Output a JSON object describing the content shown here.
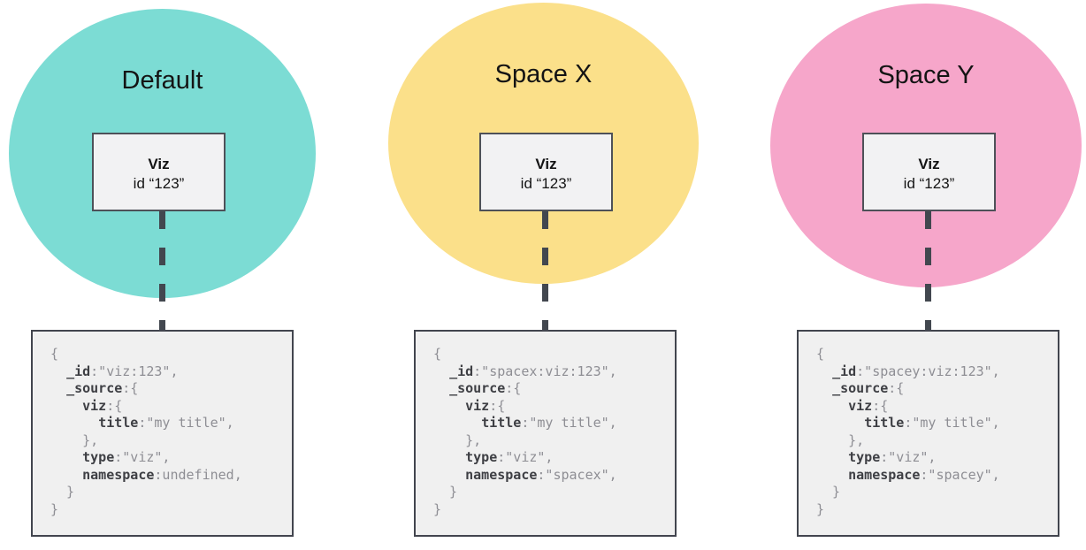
{
  "diagram": {
    "colors": {
      "default_circle": "#7cdcd4",
      "space_x_circle": "#fbe08a",
      "space_y_circle": "#f6a6ca",
      "node_border": "#4e5158",
      "code_border": "#42454e",
      "connector": "#42474f",
      "code_key_text": "#3e3f44",
      "code_value_text": "#8e8e94"
    },
    "columns": [
      {
        "space_label": "Default",
        "circle_color": "#7cdcd4",
        "viz": {
          "name": "Viz",
          "id": "id “123”"
        },
        "code_lines": [
          [
            {
              "t": "{",
              "c": "v"
            }
          ],
          [
            {
              "t": "  ",
              "c": "v"
            },
            {
              "t": "_id",
              "c": "k"
            },
            {
              "t": ":\"viz:123\",",
              "c": "v"
            }
          ],
          [
            {
              "t": "  ",
              "c": "v"
            },
            {
              "t": "_source",
              "c": "k"
            },
            {
              "t": ":{",
              "c": "v"
            }
          ],
          [
            {
              "t": "    ",
              "c": "v"
            },
            {
              "t": "viz",
              "c": "k"
            },
            {
              "t": ":{",
              "c": "v"
            }
          ],
          [
            {
              "t": "      ",
              "c": "v"
            },
            {
              "t": "title",
              "c": "k"
            },
            {
              "t": ":\"my title\",",
              "c": "v"
            }
          ],
          [
            {
              "t": "    },",
              "c": "v"
            }
          ],
          [
            {
              "t": "    ",
              "c": "v"
            },
            {
              "t": "type",
              "c": "k"
            },
            {
              "t": ":\"viz\",",
              "c": "v"
            }
          ],
          [
            {
              "t": "    ",
              "c": "v"
            },
            {
              "t": "namespace",
              "c": "k"
            },
            {
              "t": ":undefined,",
              "c": "v"
            }
          ],
          [
            {
              "t": "  }",
              "c": "v"
            }
          ],
          [
            {
              "t": "}",
              "c": "v"
            }
          ]
        ]
      },
      {
        "space_label": "Space X",
        "circle_color": "#fbe08a",
        "viz": {
          "name": "Viz",
          "id": "id “123”"
        },
        "code_lines": [
          [
            {
              "t": "{",
              "c": "v"
            }
          ],
          [
            {
              "t": "  ",
              "c": "v"
            },
            {
              "t": "_id",
              "c": "k"
            },
            {
              "t": ":\"spacex:viz:123\",",
              "c": "v"
            }
          ],
          [
            {
              "t": "  ",
              "c": "v"
            },
            {
              "t": "_source",
              "c": "k"
            },
            {
              "t": ":{",
              "c": "v"
            }
          ],
          [
            {
              "t": "    ",
              "c": "v"
            },
            {
              "t": "viz",
              "c": "k"
            },
            {
              "t": ":{",
              "c": "v"
            }
          ],
          [
            {
              "t": "      ",
              "c": "v"
            },
            {
              "t": "title",
              "c": "k"
            },
            {
              "t": ":\"my title\",",
              "c": "v"
            }
          ],
          [
            {
              "t": "    },",
              "c": "v"
            }
          ],
          [
            {
              "t": "    ",
              "c": "v"
            },
            {
              "t": "type",
              "c": "k"
            },
            {
              "t": ":\"viz\",",
              "c": "v"
            }
          ],
          [
            {
              "t": "    ",
              "c": "v"
            },
            {
              "t": "namespace",
              "c": "k"
            },
            {
              "t": ":\"spacex\",",
              "c": "v"
            }
          ],
          [
            {
              "t": "  }",
              "c": "v"
            }
          ],
          [
            {
              "t": "}",
              "c": "v"
            }
          ]
        ]
      },
      {
        "space_label": "Space Y",
        "circle_color": "#f6a6ca",
        "viz": {
          "name": "Viz",
          "id": "id “123”"
        },
        "code_lines": [
          [
            {
              "t": "{",
              "c": "v"
            }
          ],
          [
            {
              "t": "  ",
              "c": "v"
            },
            {
              "t": "_id",
              "c": "k"
            },
            {
              "t": ":\"spacey:viz:123\",",
              "c": "v"
            }
          ],
          [
            {
              "t": "  ",
              "c": "v"
            },
            {
              "t": "_source",
              "c": "k"
            },
            {
              "t": ":{",
              "c": "v"
            }
          ],
          [
            {
              "t": "    ",
              "c": "v"
            },
            {
              "t": "viz",
              "c": "k"
            },
            {
              "t": ":{",
              "c": "v"
            }
          ],
          [
            {
              "t": "      ",
              "c": "v"
            },
            {
              "t": "title",
              "c": "k"
            },
            {
              "t": ":\"my title\",",
              "c": "v"
            }
          ],
          [
            {
              "t": "    },",
              "c": "v"
            }
          ],
          [
            {
              "t": "    ",
              "c": "v"
            },
            {
              "t": "type",
              "c": "k"
            },
            {
              "t": ":\"viz\",",
              "c": "v"
            }
          ],
          [
            {
              "t": "    ",
              "c": "v"
            },
            {
              "t": "namespace",
              "c": "k"
            },
            {
              "t": ":\"spacey\",",
              "c": "v"
            }
          ],
          [
            {
              "t": "  }",
              "c": "v"
            }
          ],
          [
            {
              "t": "}",
              "c": "v"
            }
          ]
        ]
      }
    ]
  }
}
